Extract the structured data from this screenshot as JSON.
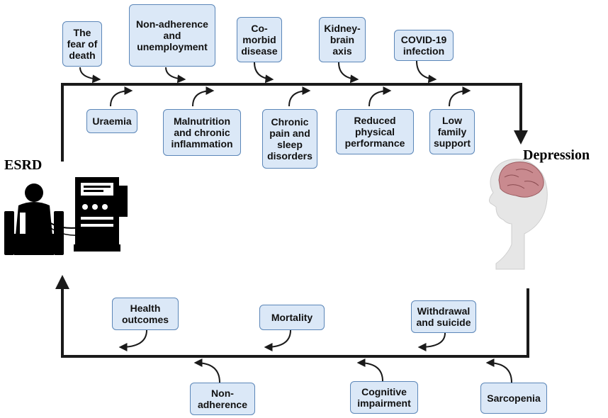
{
  "nodes": {
    "source": "ESRD",
    "target": "Depression"
  },
  "top_upper": [
    "The fear of death",
    "Non-adherence and unemployment",
    "Co-morbid disease",
    "Kidney-brain axis",
    "COVID-19 infection"
  ],
  "top_lower": [
    "Uraemia",
    "Malnutrition and chronic inflammation",
    "Chronic pain and sleep disorders",
    "Reduced physical performance",
    "Low family support"
  ],
  "bottom_upper": [
    "Health outcomes",
    "Mortality",
    "Withdrawal and suicide"
  ],
  "bottom_lower": [
    "Non-adherence",
    "Cognitive impairment",
    "Sarcopenia"
  ],
  "colors": {
    "box_fill": "#dbe8f7",
    "box_border": "#5b86b8",
    "line": "#1a1a1a",
    "brain": "#c98a8f",
    "head": "#e6e6e6"
  },
  "icons": [
    "patient-icon",
    "dialysis-machine-icon",
    "head-brain-icon"
  ]
}
